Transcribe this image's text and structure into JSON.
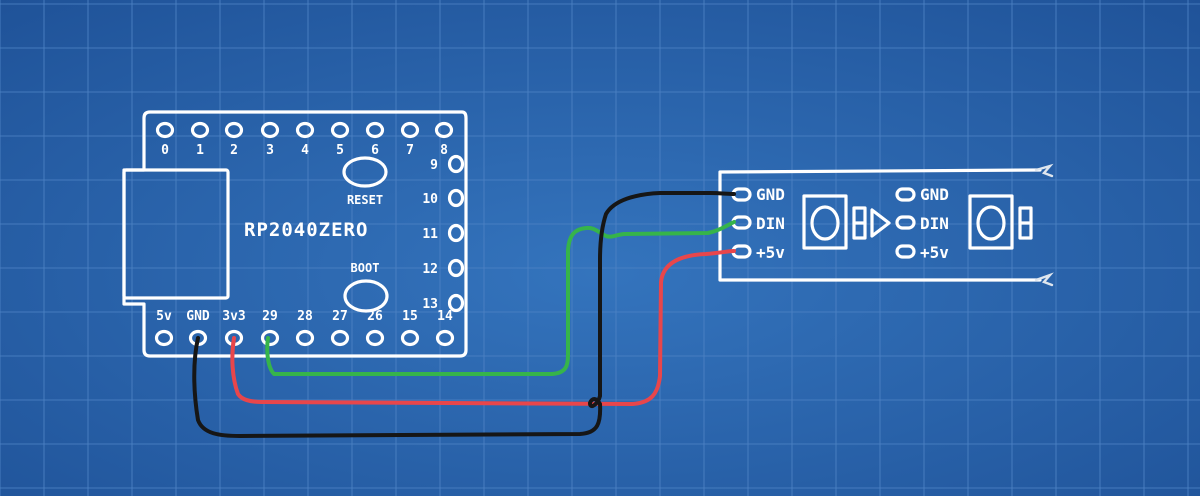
{
  "board": {
    "name": "RP2040ZERO",
    "reset_label": "RESET",
    "boot_label": "BOOT",
    "top_pins": [
      "0",
      "1",
      "2",
      "3",
      "4",
      "5",
      "6",
      "7",
      "8"
    ],
    "right_pins": [
      "9",
      "10",
      "11",
      "12",
      "13"
    ],
    "bottom_pins": [
      "5v",
      "GND",
      "3v3",
      "29",
      "28",
      "27",
      "26",
      "15",
      "14"
    ]
  },
  "strip": {
    "labels": [
      "GND",
      "DIN",
      "+5v"
    ]
  },
  "wires": [
    {
      "name": "gnd-wire",
      "color": "#161616",
      "from": "GND",
      "to": "GND"
    },
    {
      "name": "data-wire",
      "color": "#36b44a",
      "from": "29",
      "to": "DIN"
    },
    {
      "name": "power-wire",
      "color": "#e8464b",
      "from": "3v3",
      "to": "+5v"
    }
  ],
  "colors": {
    "background": "#2a62a8",
    "grid": "#4d82c4",
    "chalk": "#ffffff"
  }
}
